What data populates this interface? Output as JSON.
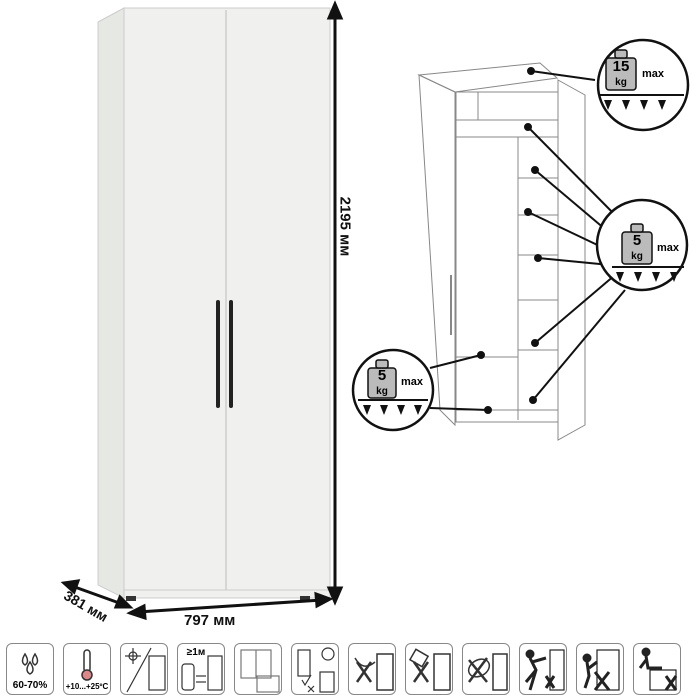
{
  "dimensions": {
    "height": "2195 мм",
    "width": "797 мм",
    "depth": "381 мм"
  },
  "load_labels": {
    "top": {
      "weight": "15",
      "unit": "kg",
      "max": "max"
    },
    "shelves": {
      "weight": "5",
      "unit": "kg",
      "max": "max"
    },
    "bottom": {
      "weight": "5",
      "unit": "kg",
      "max": "max"
    }
  },
  "care_icons": [
    {
      "name": "humidity",
      "label": "60-70%"
    },
    {
      "name": "temperature",
      "label": "+10...+25ºC"
    },
    {
      "name": "no-direct-sunlight",
      "label": ""
    },
    {
      "name": "distance-from-heater",
      "label": "≥1м"
    },
    {
      "name": "window-placement",
      "label": ""
    },
    {
      "name": "door-alignment",
      "label": ""
    },
    {
      "name": "no-wet-cleaning",
      "label": ""
    },
    {
      "name": "no-liquids",
      "label": ""
    },
    {
      "name": "no-abrasive-cleaning",
      "label": ""
    },
    {
      "name": "no-pushing",
      "label": ""
    },
    {
      "name": "no-climbing",
      "label": ""
    },
    {
      "name": "no-sitting",
      "label": ""
    }
  ]
}
